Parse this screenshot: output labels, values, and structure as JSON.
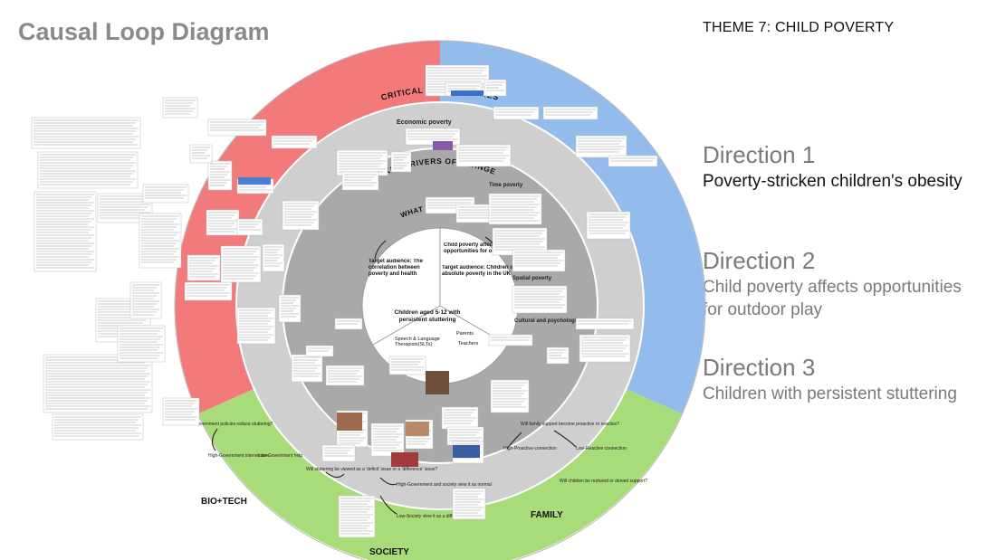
{
  "header": {
    "title": "Causal Loop Diagram",
    "theme": "THEME 7: CHILD POVERTY"
  },
  "directions": [
    {
      "label": "Direction 1",
      "text": "Poverty-stricken children's obesity"
    },
    {
      "label": "Direction 2",
      "text": "Child poverty affects opportunities for outdoor play"
    },
    {
      "label": "Direction 3",
      "text": "Children with persistent stuttering"
    }
  ],
  "diagram": {
    "ring_labels": {
      "outer": "CRITICAL UNCERTAINTIES",
      "middle": "KEY DRIVERS OF CHANGE",
      "inner": "WHAT IS CHANGING"
    },
    "sector_labels": {
      "bio_tech": "BIO+TECH",
      "society": "SOCIETY",
      "family": "FAMILY"
    },
    "center": {
      "top_right": "Child poverty affects opportunities for outdoor play",
      "bottom": "Children aged 5-12 with persistent stuttering",
      "left": "Target audience: The correlation between poverty and health",
      "right": "Target audience: Children in absolute poverty in the UK",
      "speech": "Speech & Language Therapists(SLTs)",
      "parents": "Parents",
      "teachers": "Teachers"
    },
    "driver_labels": {
      "economic": "Economic poverty",
      "time": "Time poverty",
      "spatial": "Spatial poverty",
      "cultural": "Cultural and psychological poverty"
    },
    "notes": {
      "green_1": "Will Government policies reduce stuttering?",
      "green_2": "High-Government intervention",
      "green_3": "Low-Government help",
      "green_4": "Will stuttering be viewed as a 'deficit' issue or a 'difference' issue?",
      "green_5": "High-Government and society view it as normal",
      "green_6": "Low-Society view it as a difference",
      "green_7": "Will family support become proactive or reactive?",
      "green_8": "High-Proactive-connection",
      "green_9": "Low-Reactive connection",
      "green_10": "Will children be nurtured or denied support?"
    },
    "colors": {
      "red": "#f27a7a",
      "blue": "#93bcec",
      "green": "#a8dc78",
      "gray_light": "#cfcfcf",
      "gray_mid": "#a9a9a9",
      "center": "#ffffff"
    }
  }
}
